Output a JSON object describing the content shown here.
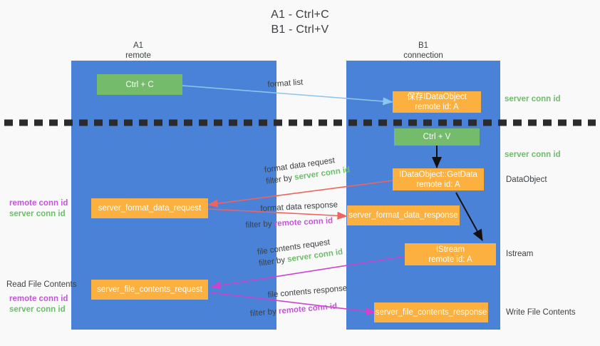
{
  "title": {
    "line1": "A1 - Ctrl+C",
    "line2": "B1 - Ctrl+V"
  },
  "columns": {
    "left": {
      "name": "A1",
      "role": "remote"
    },
    "right": {
      "name": "B1",
      "role": "connection"
    }
  },
  "nodes": {
    "ctrl_c": {
      "label": "Ctrl + C"
    },
    "save_dataobject": {
      "line1": "保存IDataObject",
      "line2": "remote id: A"
    },
    "ctrl_v": {
      "label": "Ctrl + V"
    },
    "getdata": {
      "line1": "IDataObject::GetData",
      "line2": "remote id: A"
    },
    "istream": {
      "line1": "IStream",
      "line2": "remote id: A"
    },
    "server_format_data_request": {
      "label": "server_format_data_request"
    },
    "server_format_data_response": {
      "label": "server_format_data_response"
    },
    "server_file_contents_request": {
      "label": "server_file_contents_request"
    },
    "server_file_contents_response": {
      "label": "server_file_contents_response"
    }
  },
  "right_annotations": {
    "server_conn_id_top": "server conn id",
    "server_conn_id_mid": "server conn id",
    "dataobject": "DataObject",
    "istream": "Istream",
    "write_file_contents": "Write File Contents"
  },
  "left_annotations": {
    "format_remote_conn_id": "remote conn id",
    "format_server_conn_id": "server conn id",
    "read_file_contents": "Read File Contents",
    "file_remote_conn_id": "remote conn id",
    "file_server_conn_id": "server conn id"
  },
  "mid_labels": {
    "format_list": "format list",
    "format_data_request": "format data request",
    "format_data_request_filter_prefix": "filter by ",
    "format_data_request_filter_value": "server conn id",
    "format_data_response": "format data response",
    "format_data_response_filter_prefix": "filter by ",
    "format_data_response_filter_value": "remote conn id",
    "file_contents_request": "file contents request",
    "file_contents_request_filter_prefix": "filter by ",
    "file_contents_request_filter_value": "server conn id",
    "file_contents_response": "file contents response",
    "file_contents_response_filter_prefix": "filter by ",
    "file_contents_response_filter_value": "remote conn id"
  },
  "colors": {
    "lane_blue": "#4a82d8",
    "node_green": "#74bb6c",
    "node_orange": "#fbb03f",
    "conn_green": "#6dbd6a",
    "conn_purple": "#c455d8",
    "arrow_lightblue": "#8ec5ed",
    "arrow_red": "#f0635e",
    "arrow_magenta": "#cc44cc",
    "arrow_black": "#111111",
    "divider": "#2b2b2b",
    "background": "#f9f9fa"
  }
}
